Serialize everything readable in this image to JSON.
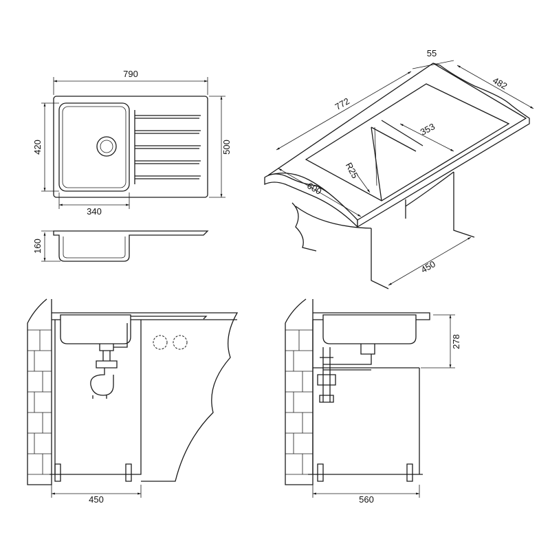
{
  "title": "Sink technical drawing",
  "top_view": {
    "width": "790",
    "bowl_depth": "420",
    "depth": "500",
    "bowl_width": "340"
  },
  "side_view": {
    "height": "160"
  },
  "perspective": {
    "length": "772",
    "rim": "55",
    "depth": "482",
    "drainboard": "353",
    "radius": "R25",
    "cabinet_width": "600",
    "cabinet_depth": "450"
  },
  "cabinet_left": {
    "cabinet_width": "450"
  },
  "cabinet_right": {
    "height": "278",
    "cabinet_width": "560"
  }
}
